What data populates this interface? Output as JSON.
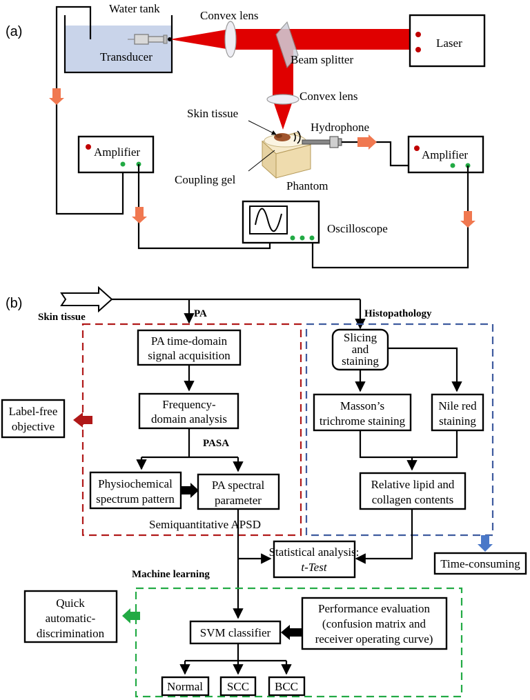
{
  "panel_a": {
    "label": "(a)",
    "water_tank": "Water tank",
    "transducer": "Transducer",
    "convex_lens_top": "Convex lens",
    "beam_splitter": "Beam splitter",
    "laser": "Laser",
    "convex_lens_mid": "Convex lens",
    "skin_tissue": "Skin tissue",
    "hydrophone": "Hydrophone",
    "coupling_gel": "Coupling gel",
    "phantom": "Phantom",
    "amplifier_left": "Amplifier",
    "amplifier_right": "Amplifier",
    "oscilloscope": "Oscilloscope",
    "colors": {
      "beam": "#e00000",
      "tank": "#c9d4ea",
      "signal_arrow": "#f07850",
      "dot_red": "#c00000",
      "dot_green": "#22aa44"
    }
  },
  "panel_b": {
    "label": "(b)",
    "skin_tissue": "Skin tissue",
    "pa": "PA",
    "histopathology": "Histopathology",
    "pa_time_domain": [
      "PA time-domain",
      "signal acquisition"
    ],
    "frequency_domain": [
      "Frequency-",
      "domain analysis"
    ],
    "pasa": "PASA",
    "physiochemical": [
      "Physiochemical",
      "spectrum pattern"
    ],
    "pa_spectral": [
      "PA spectral",
      "parameter"
    ],
    "semiquantitative": "Semiquantitative  APSD",
    "label_free": [
      "Label-free",
      "objective"
    ],
    "slicing": [
      "Slicing",
      "and",
      "staining"
    ],
    "massons": [
      "Masson’s",
      "trichrome staining"
    ],
    "nile_red": [
      "Nile red",
      "staining"
    ],
    "relative_lipid": [
      "Relative lipid and",
      "collagen contents"
    ],
    "time_consuming": "Time-consuming",
    "statistical": [
      "Statistical analysis:",
      "t-Test"
    ],
    "machine_learning": "Machine learning",
    "svm": "SVM classifier",
    "performance": [
      "Performance evaluation",
      "(confusion matrix and",
      "receiver operating curve)"
    ],
    "quick": [
      "Quick",
      "automatic-",
      "discrimination"
    ],
    "normal": "Normal",
    "scc": "SCC",
    "bcc": "BCC",
    "colors": {
      "red_dash": "#b01818",
      "blue_dash": "#3d5a9e",
      "green_dash": "#22aa44",
      "red_arrow": "#b01818",
      "blue_arrow": "#4a78c8",
      "green_arrow": "#22aa44"
    }
  }
}
